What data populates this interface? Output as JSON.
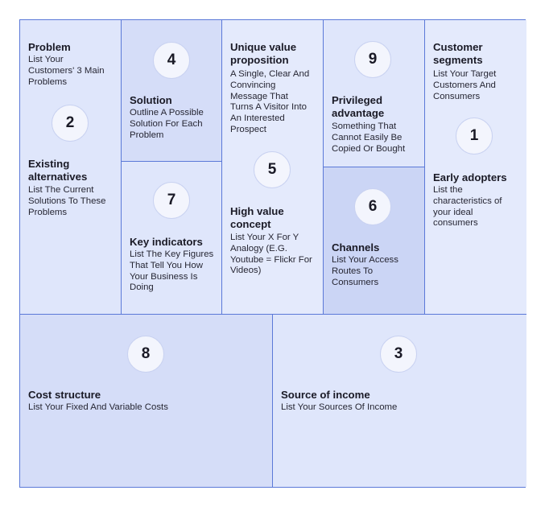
{
  "canvas": {
    "problem": {
      "title": "Problem",
      "description": "List Your Customers' 3 Main Problems",
      "number": "2"
    },
    "existing_alternatives": {
      "title": "Existing alternatives",
      "description": "List The Current Solutions To These Problems"
    },
    "solution": {
      "title": "Solution",
      "description": "Outline A Possible Solution For Each Problem",
      "number": "4"
    },
    "key_indicators": {
      "title": "Key indicators",
      "description": "List The Key Figures That Tell You How Your Business Is Doing",
      "number": "7"
    },
    "unique_value_proposition": {
      "title": "Unique value proposition",
      "description": "A Single, Clear And Convincing Message That Turns A Visitor Into An Interested Prospect",
      "number": "5"
    },
    "high_value_concept": {
      "title": "High value concept",
      "description": "List Your X For Y Analogy (E.G. Youtube = Flickr For Videos)"
    },
    "privileged_advantage": {
      "title": "Privileged advantage",
      "description": "Something That Cannot Easily Be Copied Or Bought",
      "number": "9"
    },
    "channels": {
      "title": "Channels",
      "description": "List Your Access Routes To Consumers",
      "number": "6"
    },
    "customer_segments": {
      "title": "Customer segments",
      "description": "List Your Target Customers And Consumers",
      "number": "1"
    },
    "early_adopters": {
      "title": "Early adopters",
      "description": "List the characteristics of your ideal consumers"
    },
    "cost_structure": {
      "title": "Cost structure",
      "description": "List Your Fixed And Variable Costs",
      "number": "8"
    },
    "source_of_income": {
      "title": "Source of income",
      "description": "List Your Sources Of Income",
      "number": "3"
    }
  },
  "colors": {
    "border": "#5b79d8",
    "cell_light": "#dfe6fb",
    "cell_mid": "#d5ddf8",
    "cell_dark": "#cbd5f5",
    "badge": "#f3f5fd"
  }
}
